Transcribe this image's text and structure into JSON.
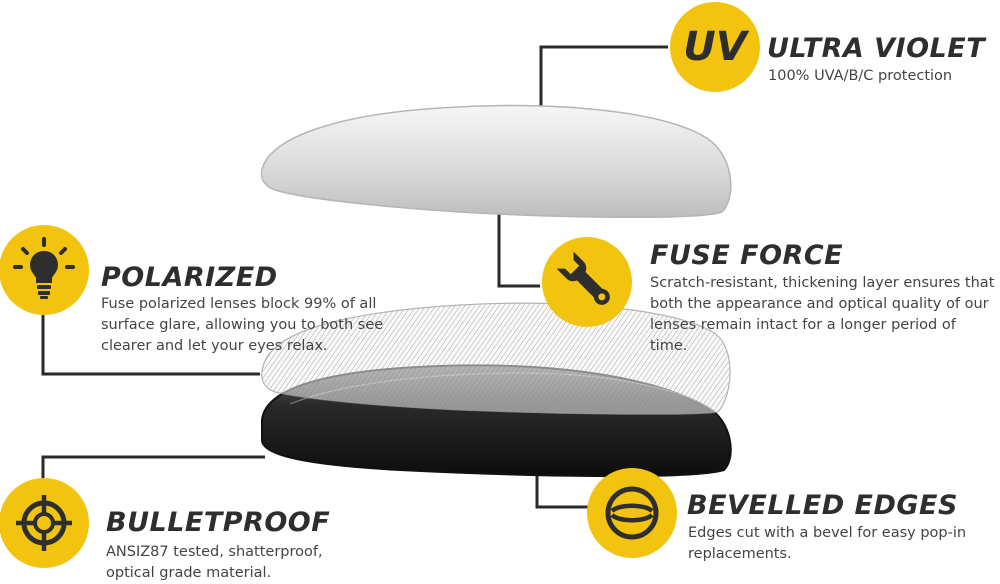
{
  "features": {
    "uv": {
      "badge_text": "UV",
      "title": "ULTRA VIOLET",
      "description": "100% UVA/B/C protection",
      "icon": "uv-text-badge"
    },
    "fuse_force": {
      "title": "FUSE FORCE",
      "description": "Scratch-resistant, thickening layer ensures that both the appearance and optical quality of our lenses remain intact for a longer period of time.",
      "icon": "wrench-icon"
    },
    "polarized": {
      "title": "POLARIZED",
      "description": "Fuse polarized lenses block 99% of all surface glare, allowing you to both see clearer and let your eyes relax.",
      "icon": "lightbulb-icon"
    },
    "bulletproof": {
      "title": "BULLETPROOF",
      "description": "ANSIZ87 tested, shatterproof, optical grade material.",
      "icon": "crosshair-icon"
    },
    "bevelled_edges": {
      "title": "BEVELLED EDGES",
      "description": "Edges cut with a bevel for easy pop-in replacements.",
      "icon": "bevel-edge-icon"
    }
  },
  "colors": {
    "badge_yellow": "#f2c40f",
    "heading": "#2e2e2e",
    "text": "#444444",
    "connector": "#2a2a2a"
  }
}
